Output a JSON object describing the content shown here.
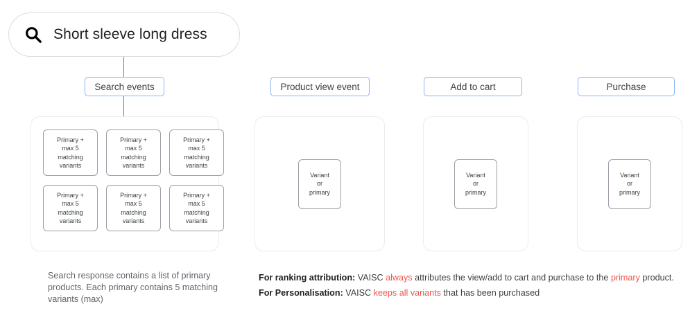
{
  "search": {
    "icon": "search-icon",
    "query": "Short sleeve long dress"
  },
  "stages": [
    {
      "label": "Search events"
    },
    {
      "label": "Product view event"
    },
    {
      "label": "Add to cart"
    },
    {
      "label": "Purchase"
    }
  ],
  "search_results": {
    "card_label": "Primary +\nmax 5\nmatching\nvariants",
    "card_lines": [
      "Primary +",
      "max 5",
      "matching",
      "variants"
    ],
    "cards": [
      "Primary + max 5 matching variants",
      "Primary + max 5 matching variants",
      "Primary + max 5 matching variants",
      "Primary + max 5 matching variants",
      "Primary + max 5 matching variants",
      "Primary + max 5 matching variants"
    ],
    "count": 6
  },
  "variant_card": {
    "lines": [
      "Variant",
      "or",
      "primary"
    ],
    "label": "Variant or primary"
  },
  "captions": {
    "left": "Search response contains a list of primary products. Each primary contains 5 matching variants (max)"
  },
  "notes": [
    {
      "bold": "For ranking attribution:",
      "parts": [
        {
          "text": " VAISC ",
          "highlight": false
        },
        {
          "text": "always",
          "highlight": true
        },
        {
          "text": " attributes the view/add to cart and purchase to the ",
          "highlight": false
        },
        {
          "text": "primary",
          "highlight": true
        },
        {
          "text": " product.",
          "highlight": false
        }
      ]
    },
    {
      "bold": "For Personalisation:",
      "parts": [
        {
          "text": " VAISC ",
          "highlight": false
        },
        {
          "text": "keeps all variants",
          "highlight": true
        },
        {
          "text": " that has been purchased",
          "highlight": false
        }
      ]
    }
  ],
  "colors": {
    "pill_border": "#8ab4f8",
    "highlight": "#f0554a",
    "panel_border": "#ececec",
    "card_border": "#9aa0a6",
    "text": "#3c4043"
  }
}
